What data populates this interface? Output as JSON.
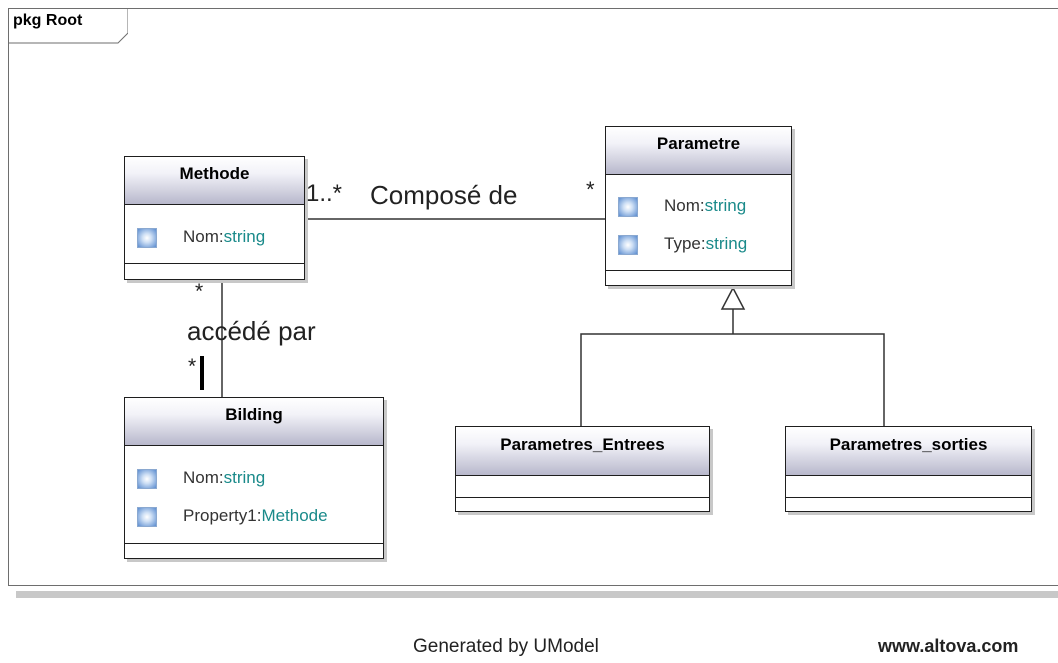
{
  "package": {
    "label": "pkg Root"
  },
  "classes": {
    "methode": {
      "name": "Methode",
      "attributes": [
        {
          "name": "Nom:",
          "type": "string"
        }
      ]
    },
    "parametre": {
      "name": "Parametre",
      "attributes": [
        {
          "name": "Nom:",
          "type": "string"
        },
        {
          "name": "Type:",
          "type": "string"
        }
      ]
    },
    "bilding": {
      "name": "Bilding",
      "attributes": [
        {
          "name": "Nom:",
          "type": "string"
        },
        {
          "name": "Property1:",
          "type": "Methode"
        }
      ]
    },
    "parametres_entrees": {
      "name": "Parametres_Entrees",
      "attributes": []
    },
    "parametres_sorties": {
      "name": "Parametres_sorties",
      "attributes": []
    }
  },
  "associations": {
    "compose_de": {
      "label": "Composé de",
      "source_multiplicity": "1..*",
      "target_multiplicity": "*"
    },
    "accede_par": {
      "label": "accédé par",
      "source_multiplicity": "*",
      "target_multiplicity": "*"
    }
  },
  "footer": {
    "generated_by": "Generated by UModel",
    "website": "www.altova.com"
  }
}
